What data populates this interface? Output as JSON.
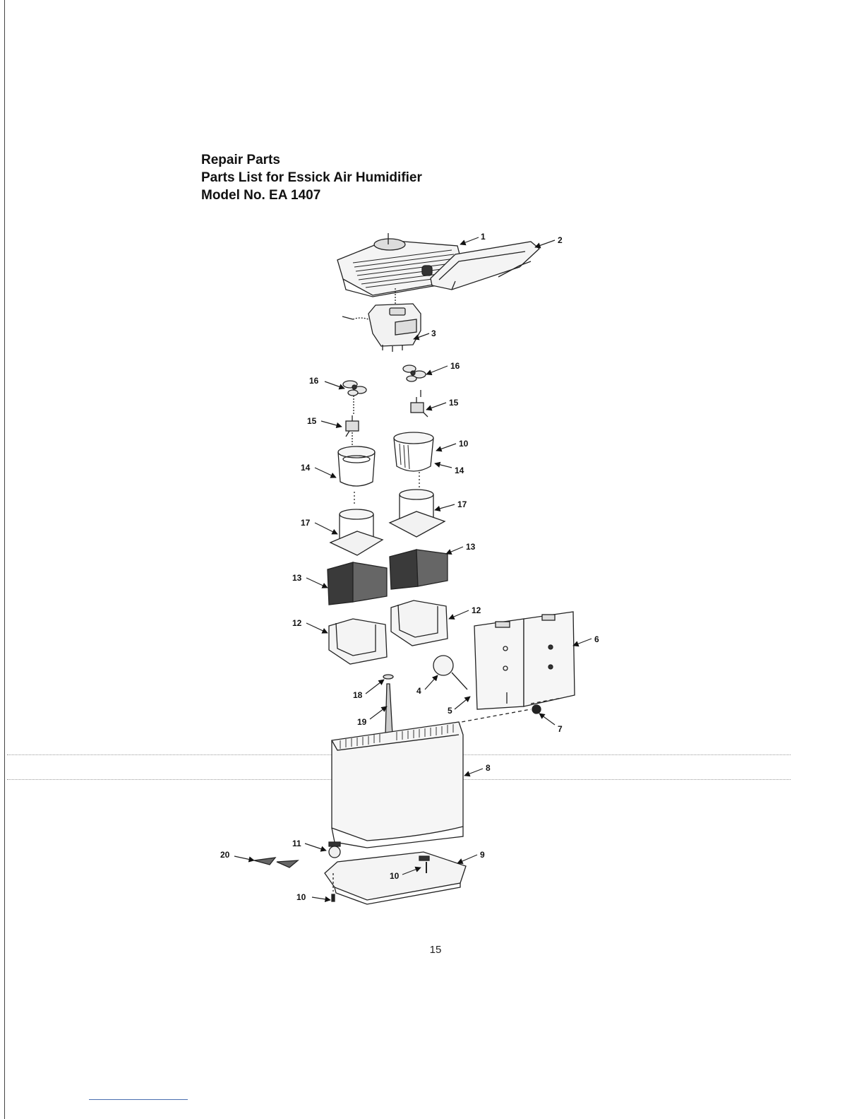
{
  "header": {
    "line1": "Repair Parts",
    "line2": "Parts List for Essick Air Humidifier",
    "line3": "Model No. EA 1407"
  },
  "diagram": {
    "callouts": [
      "1",
      "2",
      "3",
      "16",
      "16",
      "15",
      "15",
      "10",
      "14",
      "14",
      "17",
      "17",
      "13",
      "13",
      "12",
      "12",
      "6",
      "4",
      "5",
      "18",
      "19",
      "7",
      "8",
      "11",
      "9",
      "20",
      "10",
      "10"
    ]
  },
  "page_number": "15"
}
